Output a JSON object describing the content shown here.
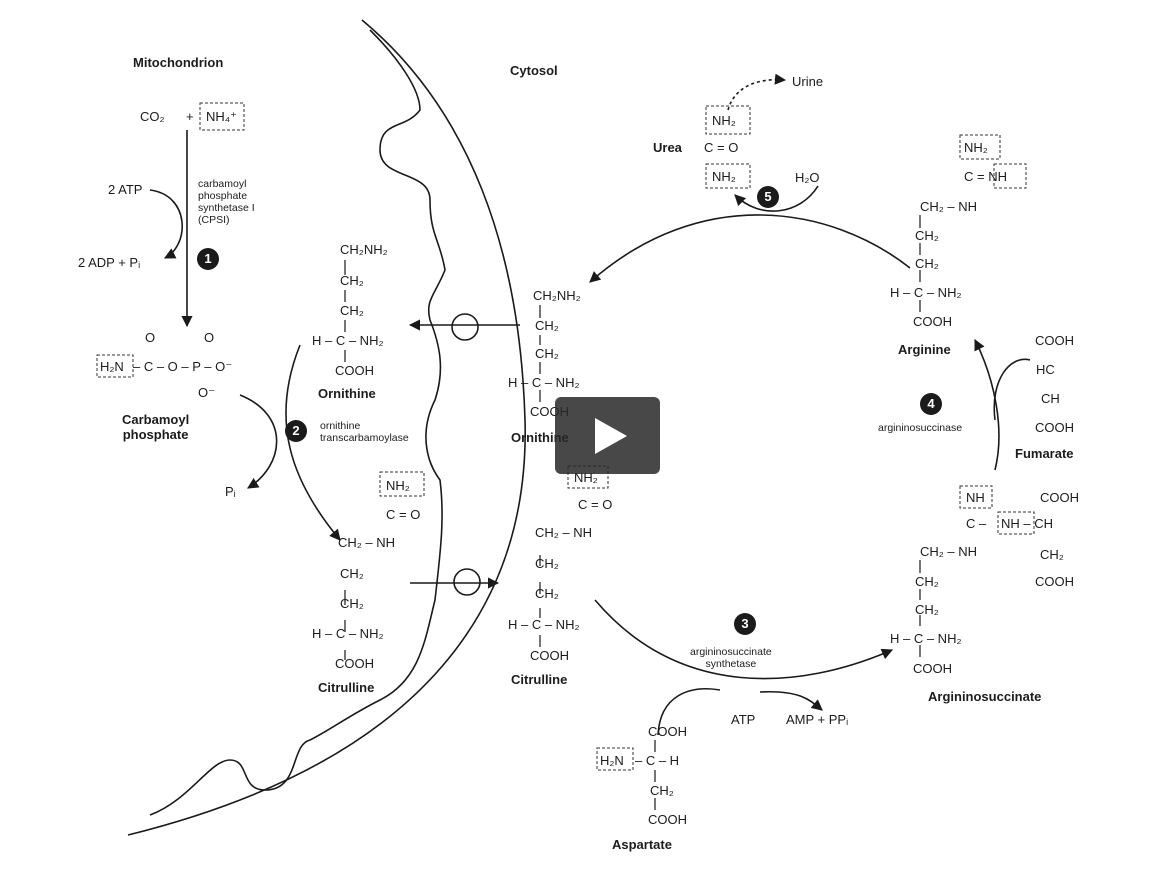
{
  "compartments": {
    "mito": "Mitochondrion",
    "cytosol": "Cytosol"
  },
  "inputs": {
    "co2": "CO₂",
    "plus": "+",
    "nh4": "NH₄⁺",
    "atp": "2 ATP",
    "adp": "2 ADP + Pᵢ"
  },
  "enzymes": {
    "cps1": "carbamoyl\nphosphate\nsynthetase I\n(CPSI)",
    "otc": "ornithine\ntranscarbamoylase",
    "ass": "argininosuccinate\nsynthetase",
    "asl": "argininosuccinase"
  },
  "steps": [
    "1",
    "2",
    "3",
    "4",
    "5"
  ],
  "molecules": {
    "carbamoyl_phosphate": "Carbamoyl\nphosphate",
    "ornithine_mito": "Ornithine",
    "citrulline_mito": "Citrulline",
    "ornithine_cyto": "Ornithine",
    "citrulline_cyto": "Citrulline",
    "aspartate": "Aspartate",
    "argininosuccinate": "Argininosuccinate",
    "arginine": "Arginine",
    "fumarate": "Fumarate",
    "urea": "Urea"
  },
  "side": {
    "pi": "Pᵢ",
    "h2o": "H₂O",
    "urine": "Urine",
    "atp": "ATP",
    "amp": "AMP + PPᵢ"
  },
  "chem": {
    "nh2": "NH₂",
    "ch2": "CH₂",
    "ch2nh2": "CH₂NH₂",
    "cooh": "COOH",
    "h_c_nh2": "H – C – NH₂",
    "c_eq_o": "C = O",
    "ch2_nh": "CH₂ – NH",
    "c_eq_nh": "C = NH",
    "h2n": "H₂N",
    "h2n_c_h": "– C – H",
    "ch": "CH",
    "hc": "HC",
    "nh_ch": "NH – CH",
    "c_dash": "C –",
    "nh": "NH",
    "carb_c": "– C – O – P – O⁻",
    "o": "O",
    "o_minus": "O⁻",
    "dbl": "‖"
  },
  "player": {
    "action": "Play video"
  }
}
